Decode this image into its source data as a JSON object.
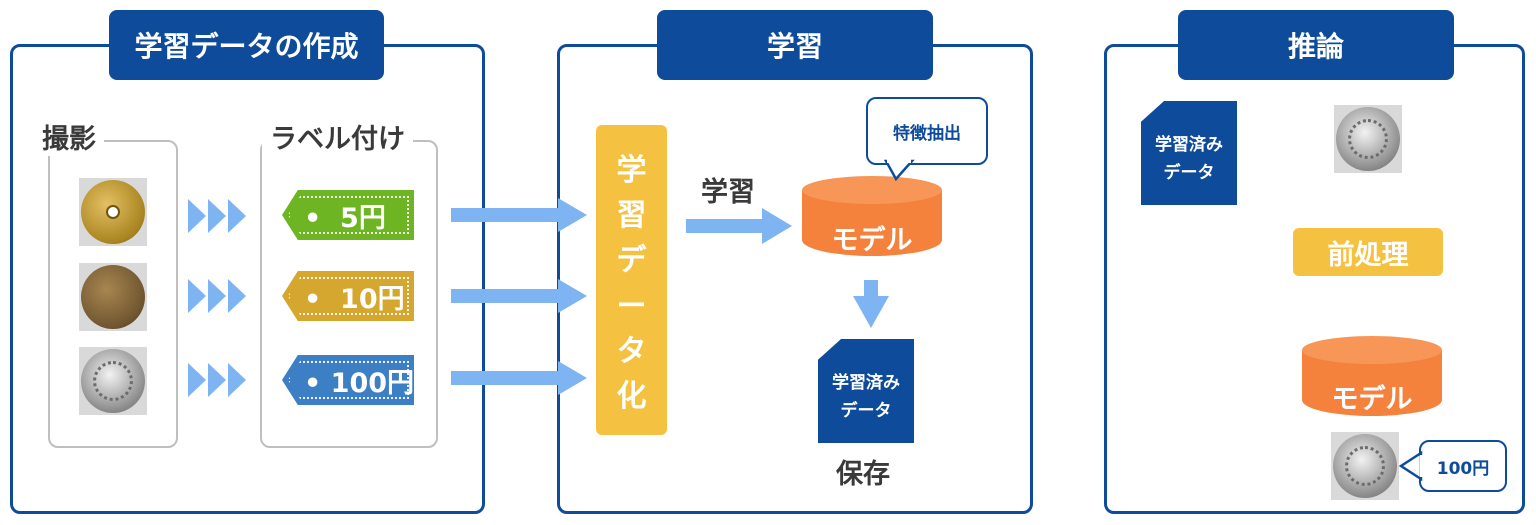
{
  "colors": {
    "primary": "#0e4c9b",
    "arrow": "#7fb4f2",
    "orange": "#f5823c",
    "yellow": "#f5c141",
    "tag_green": "#6db522",
    "tag_gold": "#d6a72e",
    "tag_blue": "#3d7fc4"
  },
  "panels": {
    "create": {
      "title": "学習データの作成",
      "photo_label": "撮影",
      "label_label": "ラベル付け",
      "tags": [
        "•  5円",
        "•  10円",
        "• 100円"
      ]
    },
    "train": {
      "title": "学習",
      "dataize_chars": [
        "学",
        "習",
        "デ",
        "ー",
        "タ",
        "化"
      ],
      "arrow_label": "学習",
      "model_label": "モデル",
      "feature_callout": "特徴抽出",
      "doc_line1": "学習済み",
      "doc_line2": "データ",
      "save_label": "保存"
    },
    "infer": {
      "title": "推論",
      "doc_line1": "学習済み",
      "doc_line2": "データ",
      "preprocess_label": "前処理",
      "model_label": "モデル",
      "result_callout": "100円"
    }
  }
}
